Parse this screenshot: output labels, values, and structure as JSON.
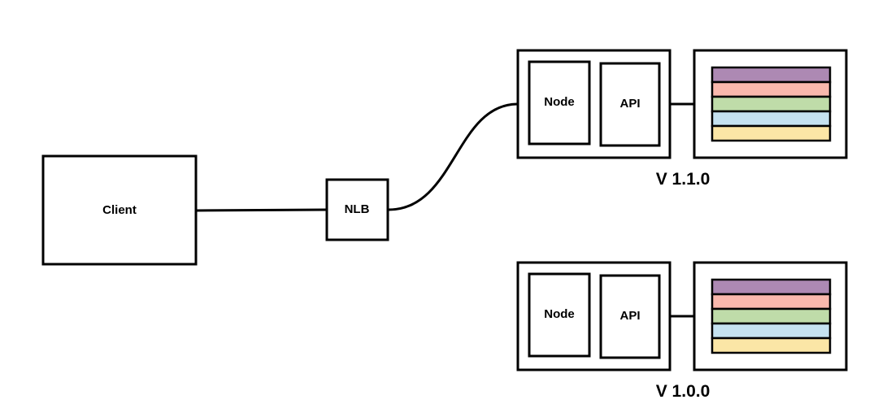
{
  "client": {
    "label": "Client"
  },
  "nlb": {
    "label": "NLB"
  },
  "deployments": [
    {
      "node_label": "Node",
      "api_label": "API",
      "version_label": "V 1.1.0",
      "stripes": [
        "#ad89b3",
        "#f9b8ad",
        "#bfdca9",
        "#c5e2f0",
        "#fbe6a6"
      ]
    },
    {
      "node_label": "Node",
      "api_label": "API",
      "version_label": "V 1.0.0",
      "stripes": [
        "#ad89b3",
        "#f9b8ad",
        "#bfdca9",
        "#c5e2f0",
        "#fbe6a6"
      ]
    }
  ]
}
